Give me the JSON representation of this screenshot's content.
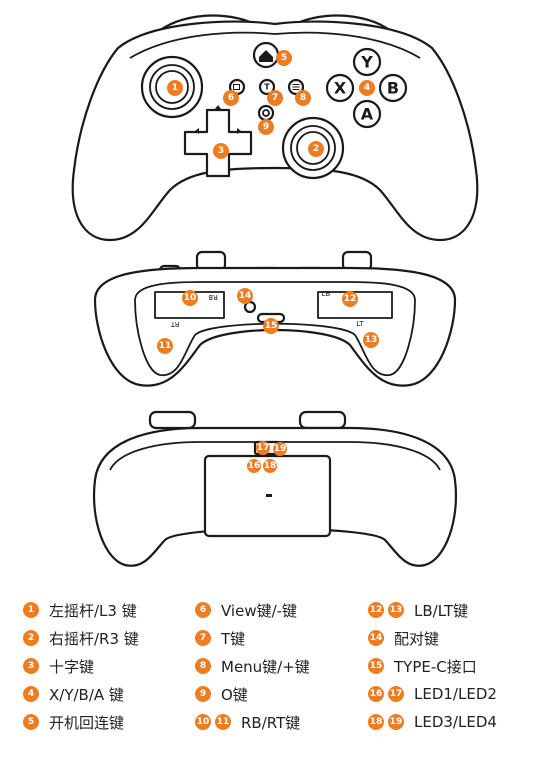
{
  "colors": {
    "accent": "#ee7d22",
    "line": "#1a1a1a"
  },
  "front": {
    "button_letters": {
      "y": "Y",
      "x": "X",
      "b": "B",
      "a": "A"
    },
    "callouts": [
      "1",
      "2",
      "3",
      "4",
      "5",
      "6",
      "7",
      "8",
      "9"
    ],
    "icons": [
      "home-icon",
      "view-icon",
      "t-icon",
      "menu-icon",
      "o-icon"
    ]
  },
  "top_view": {
    "callouts": [
      "10",
      "11",
      "12",
      "13",
      "14",
      "15"
    ],
    "labels": {
      "rb": "RB",
      "rt": "RT",
      "lb": "LB",
      "lt": "LT"
    }
  },
  "rear_view": {
    "callouts": [
      "16",
      "17",
      "18",
      "19"
    ]
  },
  "legend": [
    {
      "nums": [
        "1"
      ],
      "label": "左摇杆/L3 键"
    },
    {
      "nums": [
        "2"
      ],
      "label": "右摇杆/R3 键"
    },
    {
      "nums": [
        "3"
      ],
      "label": "十字键"
    },
    {
      "nums": [
        "4"
      ],
      "label": "X/Y/B/A 键"
    },
    {
      "nums": [
        "5"
      ],
      "label": "开机回连键"
    },
    {
      "nums": [
        "6"
      ],
      "label": "View键/-键"
    },
    {
      "nums": [
        "7"
      ],
      "label": "T键"
    },
    {
      "nums": [
        "8"
      ],
      "label": "Menu键/+键"
    },
    {
      "nums": [
        "9"
      ],
      "label": "O键"
    },
    {
      "nums": [
        "10",
        "11"
      ],
      "label": "RB/RT键"
    },
    {
      "nums": [
        "12",
        "13"
      ],
      "label": "LB/LT键"
    },
    {
      "nums": [
        "14"
      ],
      "label": "配对键"
    },
    {
      "nums": [
        "15"
      ],
      "label": "TYPE-C接口"
    },
    {
      "nums": [
        "16",
        "17"
      ],
      "label": "LED1/LED2"
    },
    {
      "nums": [
        "18",
        "19"
      ],
      "label": "LED3/LED4"
    }
  ]
}
